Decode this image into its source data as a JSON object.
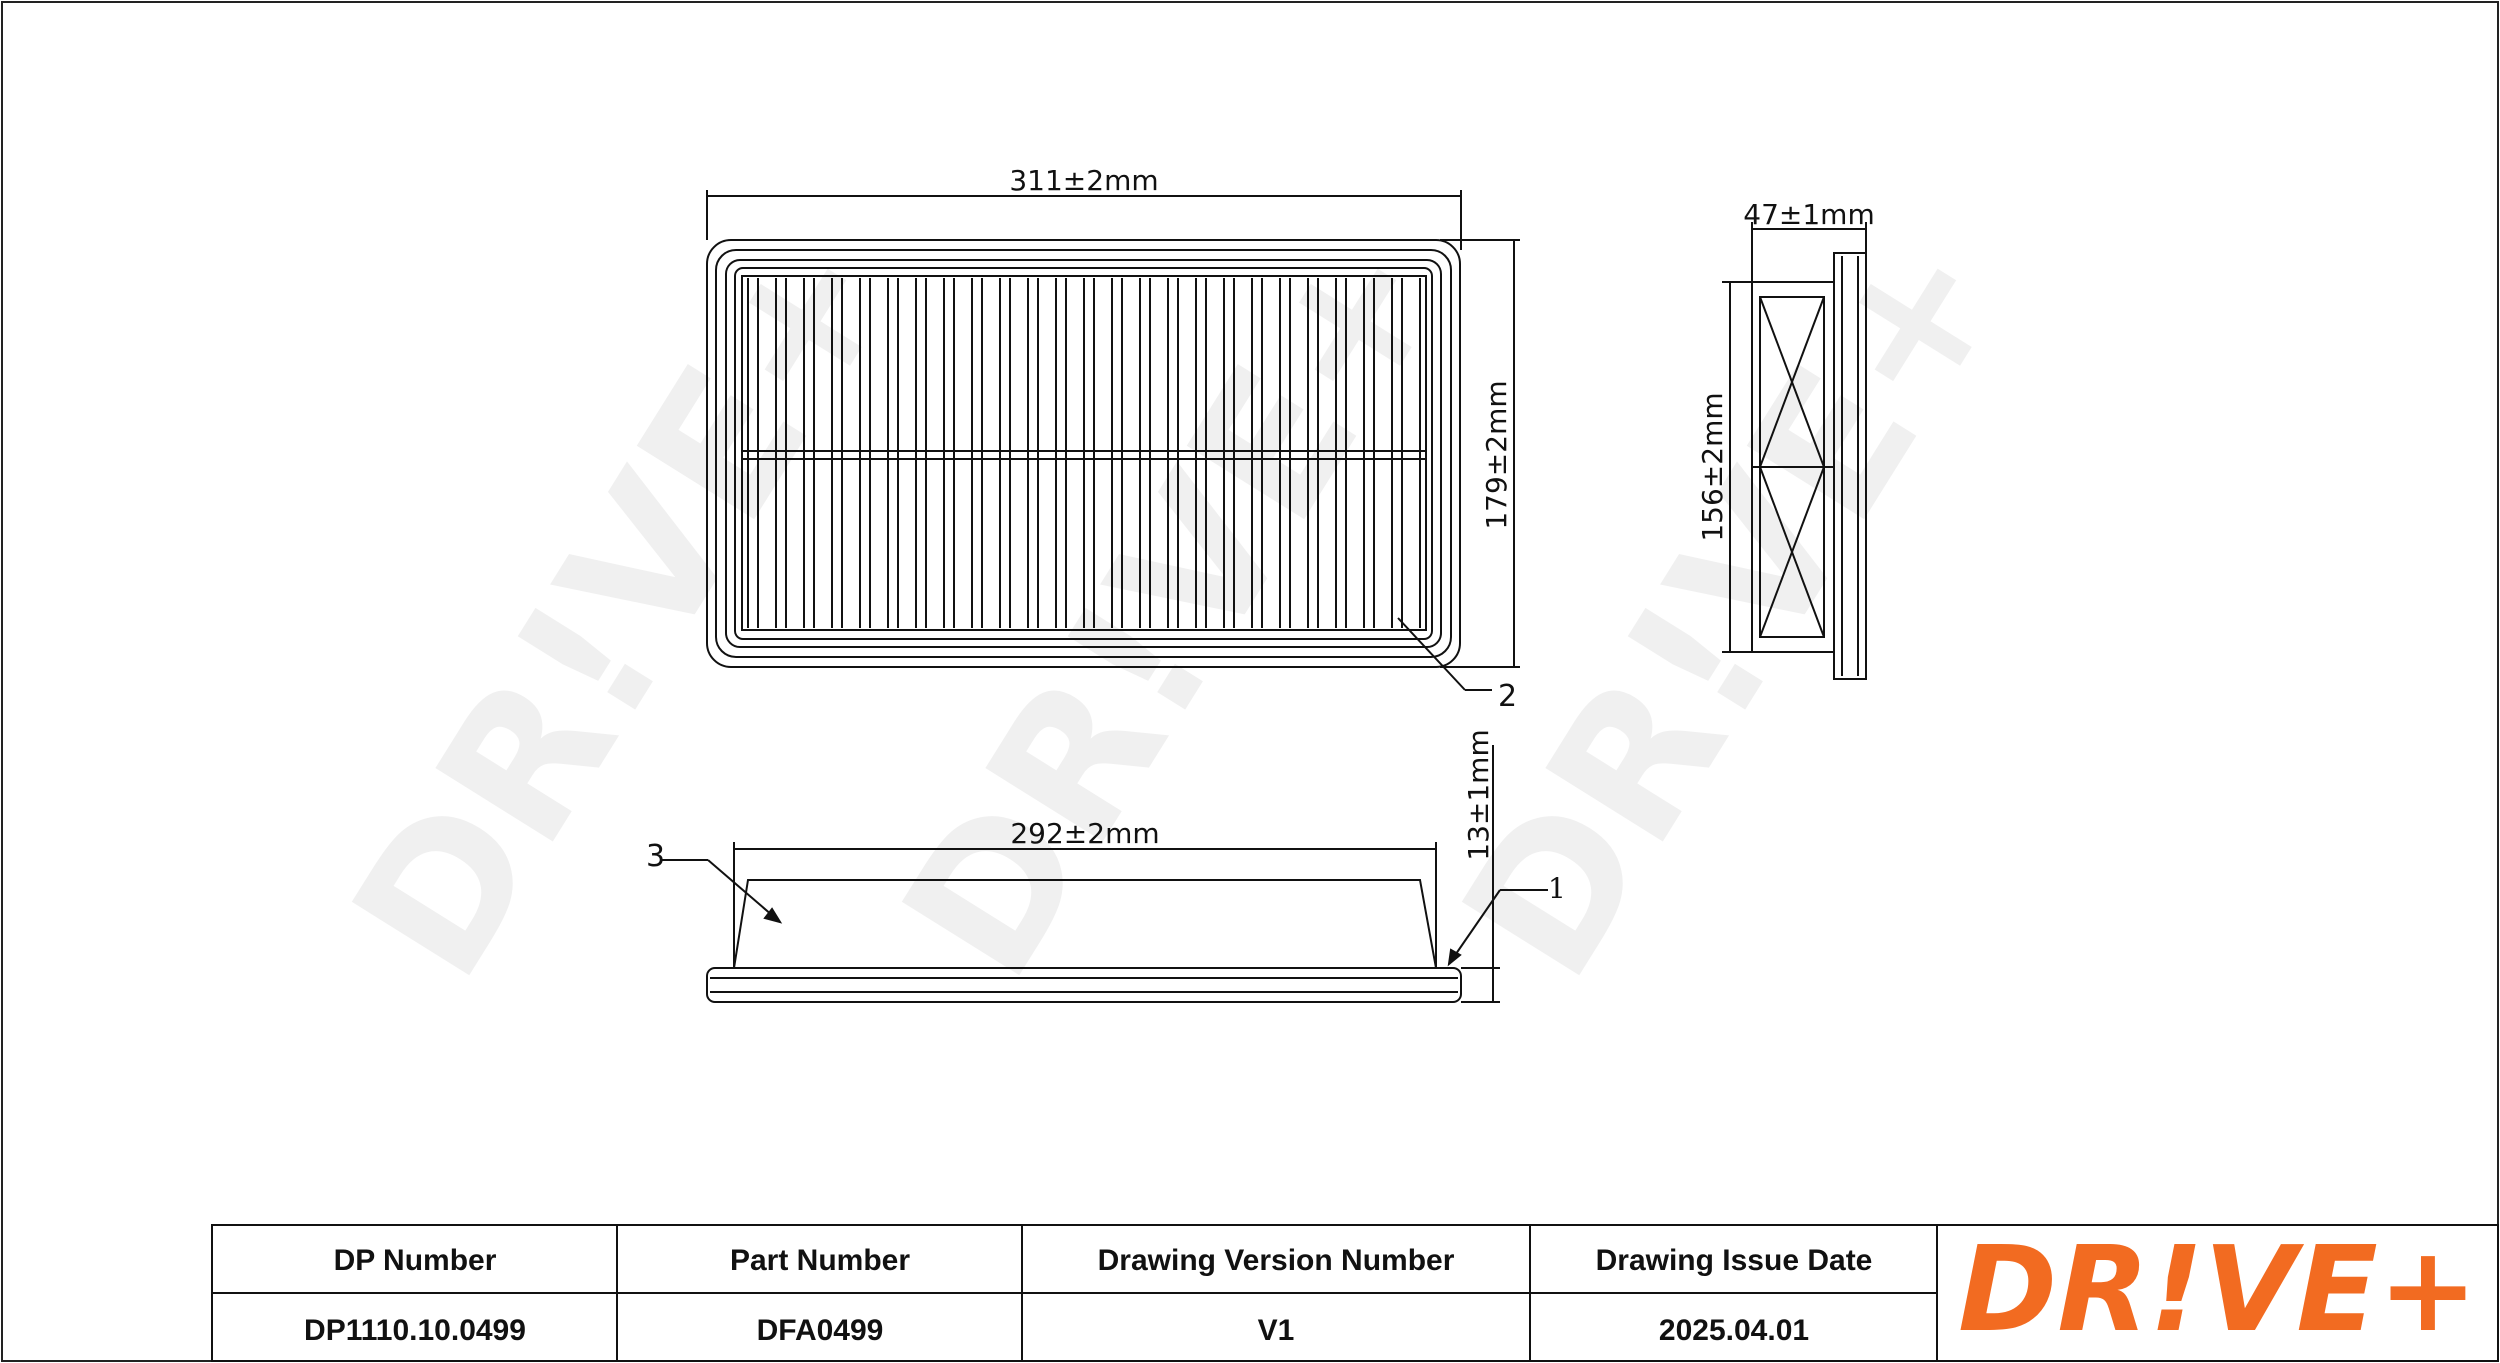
{
  "dimensions": {
    "length": "311±2mm",
    "width": "179±2mm",
    "inner_length": "292±2mm",
    "height": "13±1mm",
    "side_width": "47±1mm",
    "side_height": "156±2mm"
  },
  "callouts": {
    "c1": "1",
    "c2": "2",
    "c3": "3"
  },
  "title_block": {
    "headers": [
      "DP Number",
      "Part Number",
      "Drawing Version Number",
      "Drawing Issue Date"
    ],
    "values": [
      "DP1110.10.0499",
      "DFA0499",
      "V1",
      "2025.04.01"
    ]
  },
  "logo": {
    "text": "DR!VE+",
    "color": "#f26b21"
  },
  "watermark": "DR!VE+"
}
